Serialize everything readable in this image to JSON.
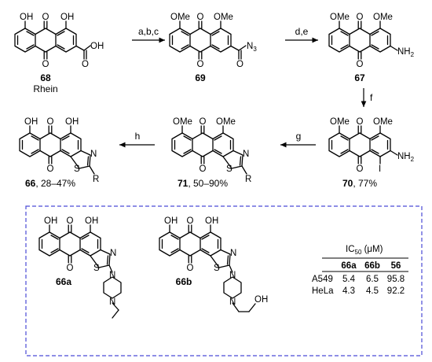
{
  "steps": {
    "s1": "a,b,c",
    "s2": "d,e",
    "s3": "f",
    "s4": "g",
    "s5": "h"
  },
  "compounds": {
    "c68": {
      "num": "68",
      "name": "Rhein"
    },
    "c69": {
      "num": "69"
    },
    "c67": {
      "num": "67"
    },
    "c70": {
      "num": "70",
      "yield": ", 77%"
    },
    "c71": {
      "num": "71",
      "yield": ", 50–90%"
    },
    "c66": {
      "num": "66",
      "yield": ", 28–47%"
    },
    "c66a": {
      "num": "66a"
    },
    "c66b": {
      "num": "66b"
    }
  },
  "atoms": {
    "OH": "OH",
    "OMe": "OMe",
    "O": "O",
    "N": "N",
    "S": "S",
    "R": "R",
    "I": "I",
    "NH2_main": "NH",
    "NH2_sub": "2",
    "N3_main": "N",
    "N3_sub": "3"
  },
  "ic50_table": {
    "title_main": "IC",
    "title_sub": "50",
    "title_unit": " (μM)",
    "headers": [
      "66a",
      "66b",
      "56"
    ],
    "rows": [
      {
        "label": "A549",
        "values": [
          "5.4",
          "6.5",
          "95.8"
        ]
      },
      {
        "label": "HeLa",
        "values": [
          "4.3",
          "4.5",
          "92.2"
        ]
      }
    ]
  },
  "colors": {
    "frame": "#4a4ad6"
  }
}
